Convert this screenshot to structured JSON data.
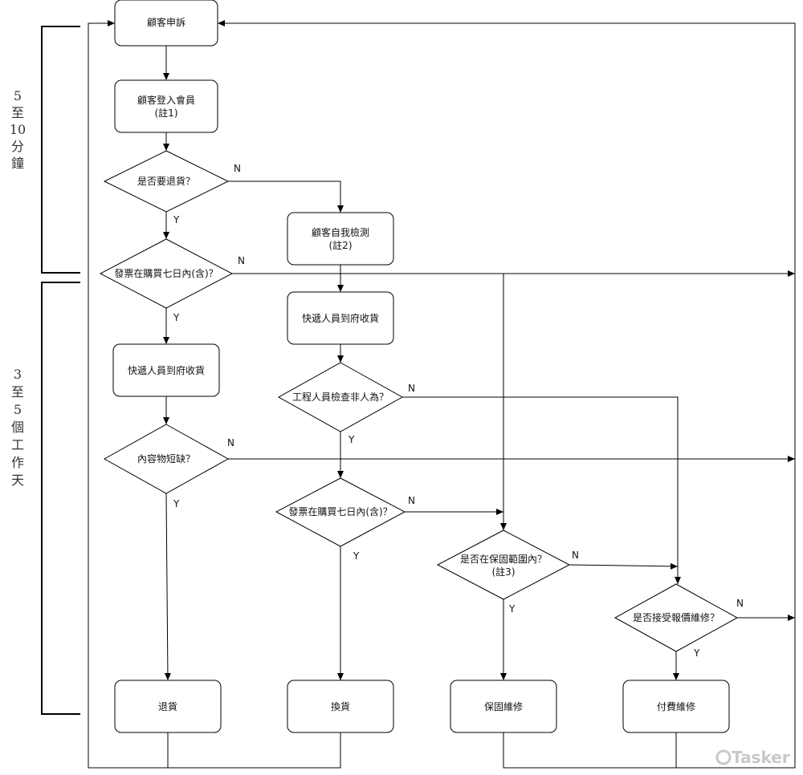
{
  "nodes": {
    "complaint": "顧客申訴",
    "login_1": "顧客登入會員",
    "login_2": "(註1)",
    "return_q": "是否要退貨？",
    "selfcheck_1": "顧客自我檢測",
    "selfcheck_2": "(註2)",
    "invoice7_q": "發票在購買七日內(含)？",
    "courier_left": "快遞人員到府收貨",
    "courier_mid": "快遞人員到府收貨",
    "engineer_q": "工程人員檢查非人為？",
    "shortage_q": "內容物短缺？",
    "invoice7_q2": "發票在購買七日內(含)？",
    "warranty_q_1": "是否在保固範圍內？",
    "warranty_q_2": "(註3)",
    "quote_q": "是否接受報價維修？",
    "refund": "退貨",
    "exchange": "換貨",
    "warranty_repair": "保固維修",
    "paid_repair": "付費維修"
  },
  "labels": {
    "yes": "Y",
    "no": "N"
  },
  "side_labels": {
    "top": [
      "5",
      "至",
      "10",
      "分",
      "鐘"
    ],
    "bottom": [
      "3",
      "至",
      "5",
      "個",
      "工",
      "作",
      "天"
    ]
  },
  "watermark": "Tasker"
}
